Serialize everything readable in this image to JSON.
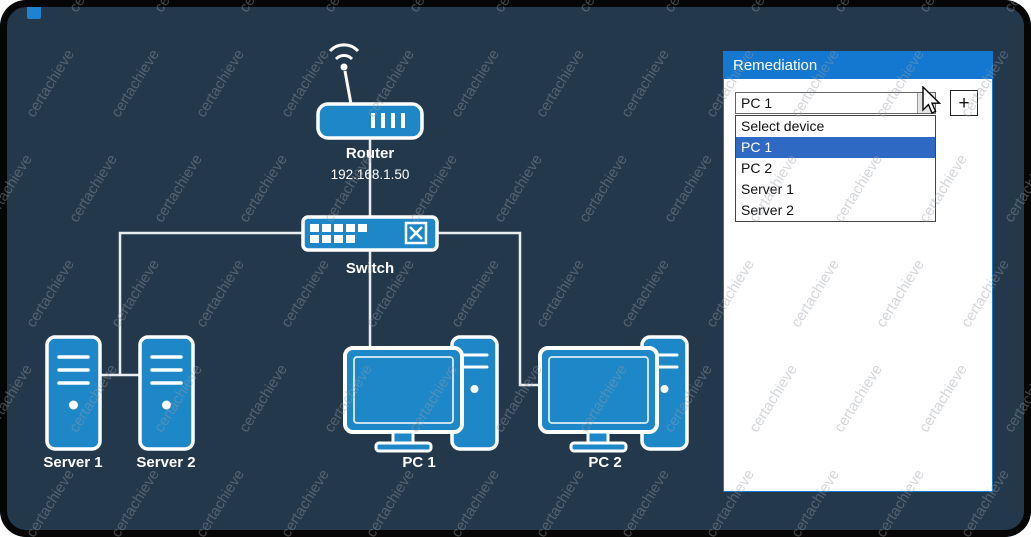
{
  "watermark_text": "certachieve",
  "colors": {
    "background": "#24384b",
    "device_blue": "#1d87c8",
    "panel_header": "#1478d0",
    "selection_highlight": "#2e6ac4"
  },
  "diagram": {
    "router": {
      "label": "Router",
      "ip": "192.168.1.50"
    },
    "switch": {
      "label": "Switch"
    },
    "server1": {
      "label": "Server 1"
    },
    "server2": {
      "label": "Server 2"
    },
    "pc1": {
      "label": "PC 1"
    },
    "pc2": {
      "label": "PC 2"
    }
  },
  "remediation": {
    "title": "Remediation",
    "combobox_value": "PC 1",
    "add_button_label": "+",
    "dropdown_options": [
      "Select device",
      "PC 1",
      "PC 2",
      "Server 1",
      "Server 2"
    ],
    "selected_index": 1
  }
}
